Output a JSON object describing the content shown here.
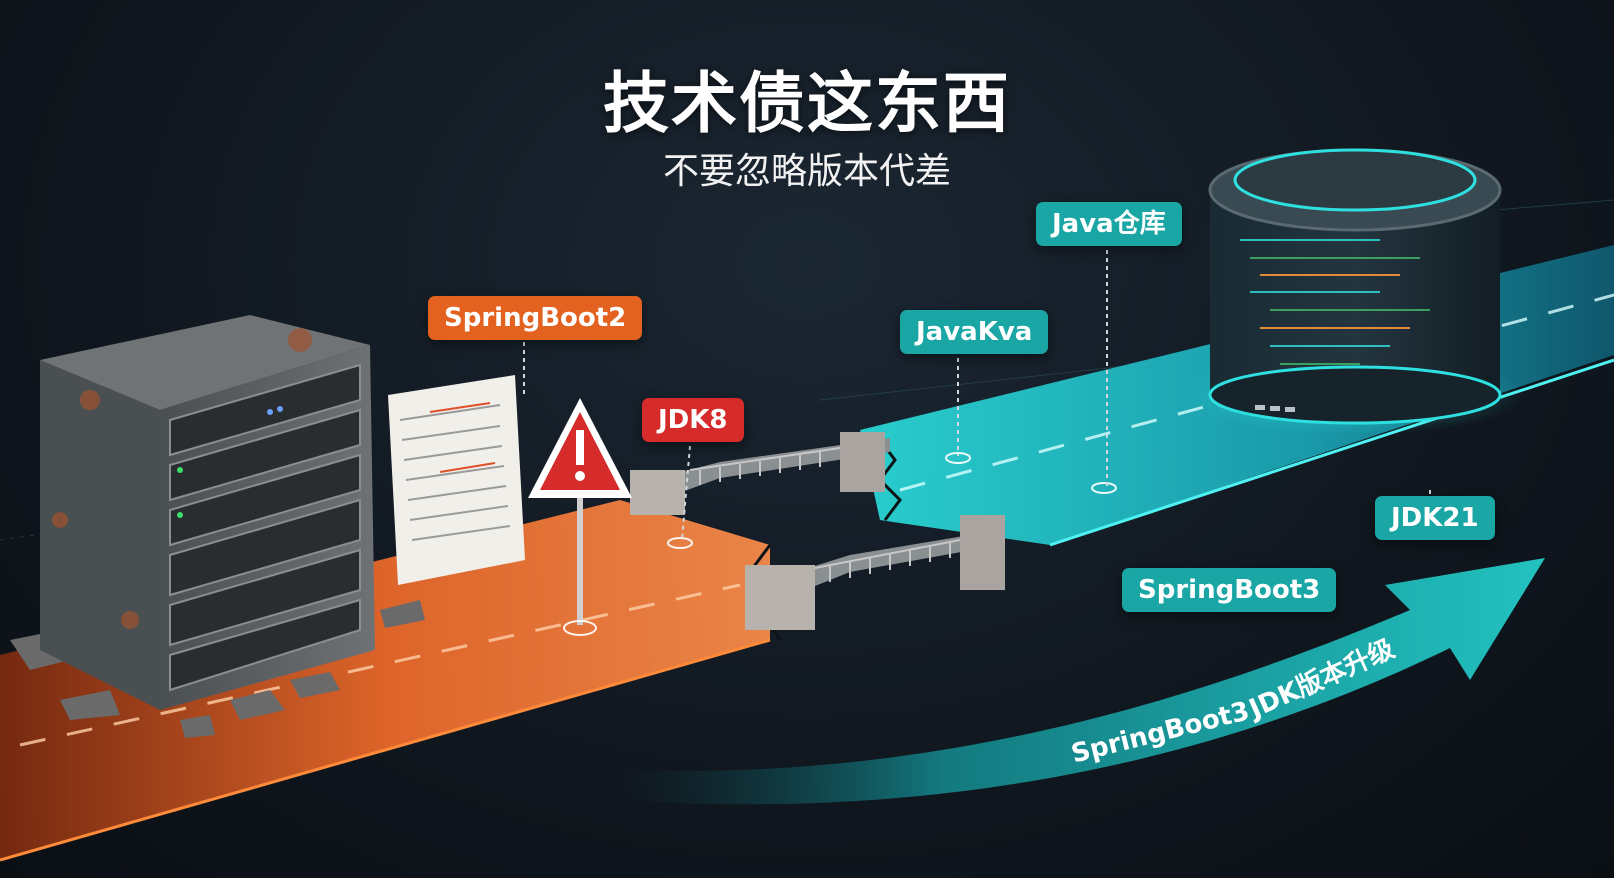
{
  "header": {
    "title": "技术债这东西",
    "subtitle": "不要忽略版本代差"
  },
  "labels": {
    "springboot2": "SpringBoot2",
    "jdk8": "JDK8",
    "javakva": "JavaKva",
    "java_repo": "Java仓库",
    "jdk21": "JDK21",
    "springboot3": "SpringBoot3"
  },
  "arrow": {
    "text_left": "SpringBoot3",
    "text_right": "JDK版本升级"
  },
  "colors": {
    "legacy_accent": "#e4621f",
    "warning_red": "#d62b2b",
    "modern_accent": "#19a6a4",
    "background": "#111820"
  },
  "icons": [
    "server-rack-icon",
    "document-icon",
    "warning-sign-icon",
    "bridge-icon",
    "database-cylinder-icon",
    "upgrade-arrow-icon"
  ]
}
